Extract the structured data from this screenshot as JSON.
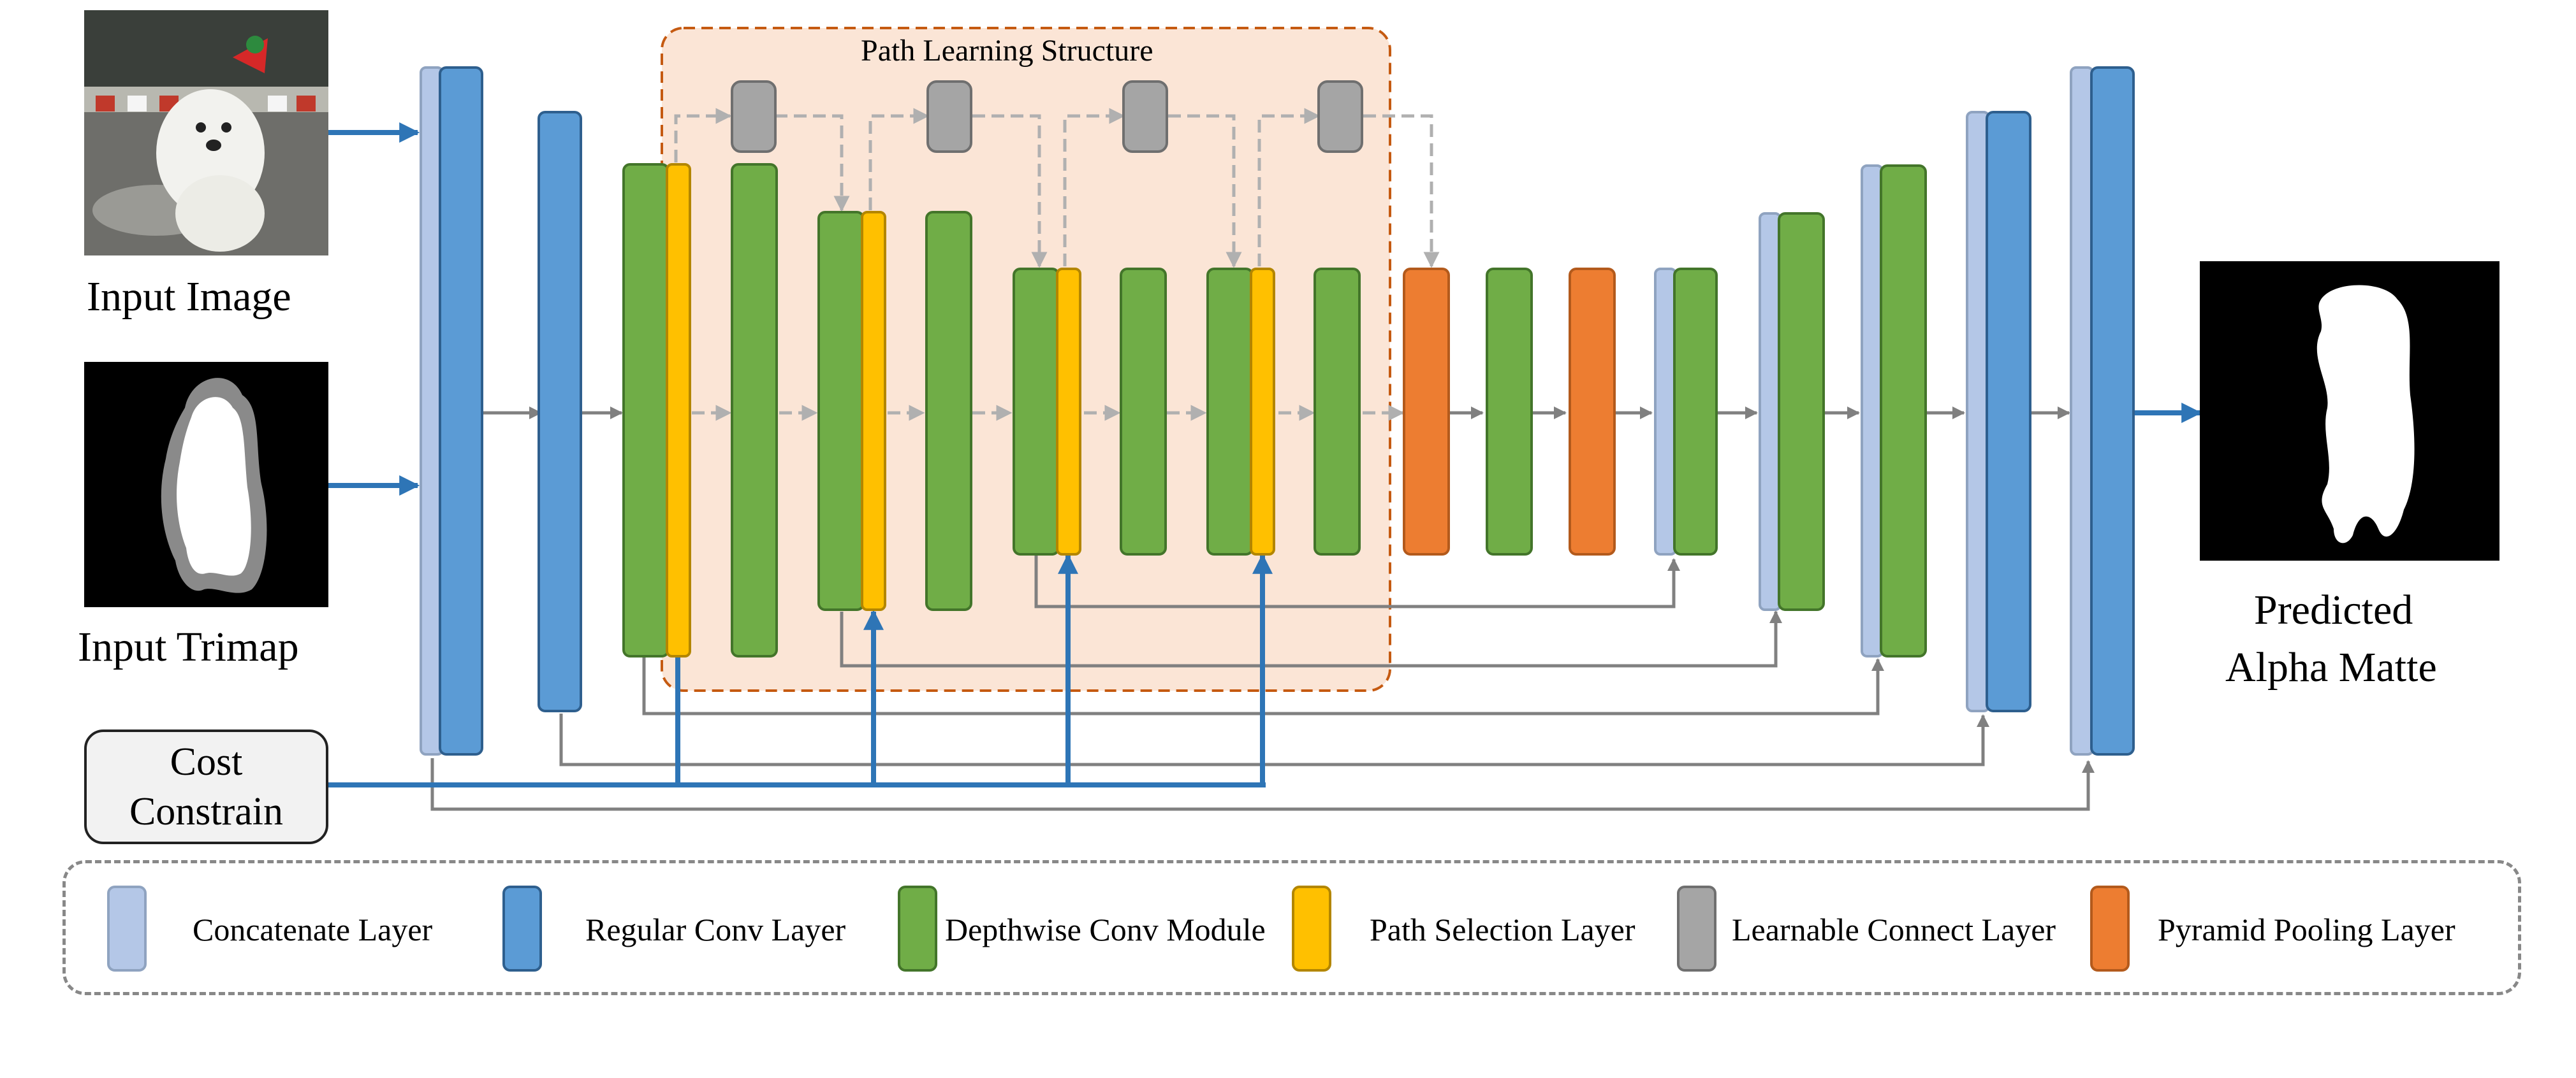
{
  "title": "Path Learning Structure",
  "inputs": {
    "image_label": "Input Image",
    "trimap_label": "Input Trimap",
    "cost_line1": "Cost",
    "cost_line2": "Constrain"
  },
  "output": {
    "line1": "Predicted",
    "line2": "Alpha Matte"
  },
  "legend": [
    {
      "label": "Concatenate Layer",
      "color": "#b4c7e7",
      "border": "#8fa3c0"
    },
    {
      "label": "Regular Conv Layer",
      "color": "#5b9bd5",
      "border": "#2e5f8e"
    },
    {
      "label": "Depthwise Conv Module",
      "color": "#70ad47",
      "border": "#43752a"
    },
    {
      "label": "Path Selection Layer",
      "color": "#ffc000",
      "border": "#b38600"
    },
    {
      "label": "Learnable Connect Layer",
      "color": "#a5a5a5",
      "border": "#6f6f6f"
    },
    {
      "label": "Pyramid Pooling Layer",
      "color": "#ed7d31",
      "border": "#b35a1c"
    }
  ],
  "colors": {
    "arrow_gray": "#808080",
    "arrow_blue": "#2e75b6",
    "dash_gray": "#b0b0b0",
    "region_fill": "#fbe5d6",
    "region_border": "#c55a11"
  }
}
